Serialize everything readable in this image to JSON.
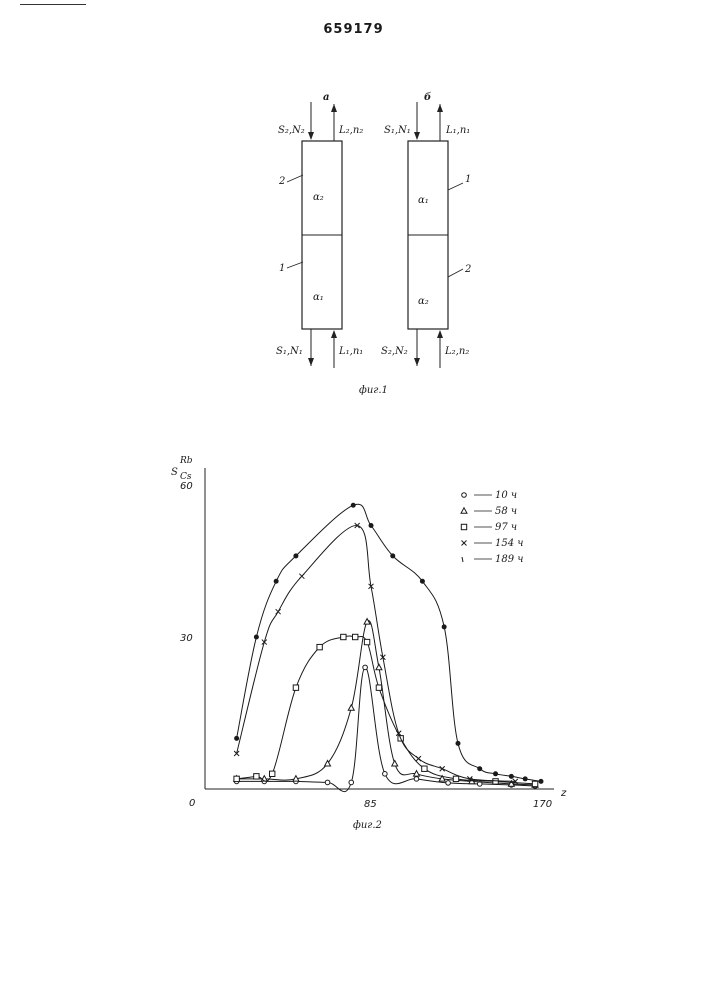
{
  "header": {
    "patent_number": "659179"
  },
  "fig1": {
    "caption": "фиг.1",
    "panel_a": {
      "letter": "а",
      "top_left": "S₂,N₂",
      "top_right": "L₂,n₂",
      "bottom_left": "S₁,N₁",
      "bottom_right": "L₁,n₁",
      "upper_section": {
        "label": "α₂",
        "index": "2"
      },
      "lower_section": {
        "label": "α₁",
        "index": "1"
      }
    },
    "panel_b": {
      "letter": "б",
      "top_left": "S₁,N₁",
      "top_right": "L₁,n₁",
      "bottom_left": "S₂,N₂",
      "bottom_right": "L₂,n₂",
      "upper_section": {
        "label": "α₁",
        "index": "1"
      },
      "lower_section": {
        "label": "α₂",
        "index": "2"
      }
    }
  },
  "fig2": {
    "caption": "фиг.2",
    "ylabel_main": "S",
    "ylabel_sub": "Cs",
    "ylabel_sup": "Rb",
    "xlabel": "z",
    "x_ticks": [
      "0",
      "85",
      "170"
    ],
    "y_ticks": [
      "30",
      "60"
    ],
    "legend": [
      "10 ч",
      "58 ч",
      "97 ч",
      "154 ч",
      "189 ч"
    ]
  },
  "chart_data": {
    "type": "line",
    "title": "",
    "xlabel": "z",
    "ylabel": "S Cs Rb",
    "xlim": [
      0,
      170
    ],
    "ylim": [
      0,
      60
    ],
    "series": [
      {
        "name": "10 ч",
        "marker": "circle-open",
        "x": [
          16,
          30,
          46,
          62,
          74,
          81,
          91,
          107,
          123,
          139,
          155,
          167
        ],
        "y": [
          1.5,
          1.5,
          1.5,
          1.3,
          1.3,
          24,
          3,
          2,
          1.2,
          1,
          0.8,
          0.6
        ]
      },
      {
        "name": "58 ч",
        "marker": "triangle-open",
        "x": [
          16,
          30,
          46,
          62,
          74,
          82,
          88,
          96,
          107,
          120,
          135,
          155,
          167
        ],
        "y": [
          2,
          2,
          2,
          5,
          16,
          33,
          24,
          5,
          3,
          2,
          1.5,
          1,
          0.8
        ]
      },
      {
        "name": "97 ч",
        "marker": "square-open",
        "x": [
          16,
          26,
          34,
          46,
          58,
          70,
          76,
          82,
          88,
          99,
          111,
          127,
          147,
          167
        ],
        "y": [
          2,
          2.5,
          3,
          20,
          28,
          30,
          30,
          29,
          20,
          10,
          4,
          2,
          1.5,
          1
        ]
      },
      {
        "name": "154 ч",
        "marker": "cross",
        "x": [
          16,
          30,
          37,
          49,
          77,
          84,
          90,
          98,
          108,
          120,
          134,
          157
        ],
        "y": [
          7,
          29,
          35,
          42,
          52,
          40,
          26,
          11,
          6,
          4,
          2,
          1.5
        ]
      },
      {
        "name": "189 ч",
        "marker": "dot-filled",
        "x": [
          16,
          26,
          36,
          46,
          75,
          84,
          95,
          110,
          121,
          128,
          139,
          147,
          155,
          162,
          170
        ],
        "y": [
          10,
          30,
          41,
          46,
          56,
          52,
          46,
          41,
          32,
          9,
          4,
          3,
          2.5,
          2,
          1.5
        ]
      }
    ]
  }
}
